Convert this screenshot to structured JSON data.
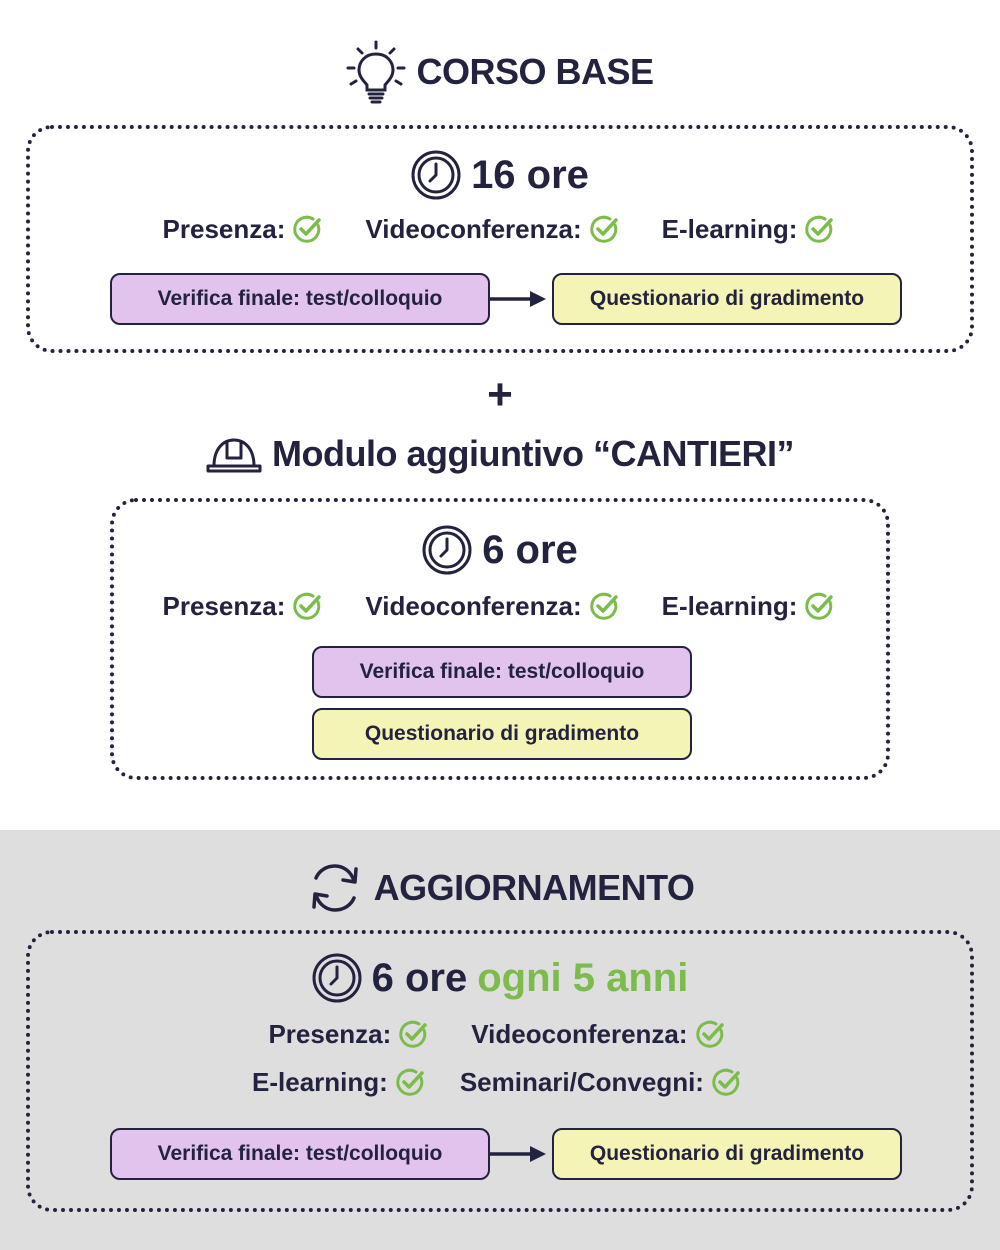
{
  "colors": {
    "ink": "#24233f",
    "accent_green": "#7cbc4b",
    "purple_pill": "#e2c3ee",
    "yellow_pill": "#f3f4b6",
    "band_gray": "#dedede"
  },
  "corso_base": {
    "title": "CORSO BASE",
    "icon": "lightbulb-icon",
    "hours": "16 ore",
    "modes": [
      "Presenza:",
      "Videoconferenza:",
      "E-learning:"
    ],
    "verifica": "Verifica finale: test/colloquio",
    "questionario": "Questionario di gradimento"
  },
  "plus": "+",
  "modulo": {
    "title": "Modulo aggiuntivo “CANTIERI”",
    "icon": "hard-hat-icon",
    "hours": "6 ore",
    "modes": [
      "Presenza:",
      "Videoconferenza:",
      "E-learning:"
    ],
    "verifica": "Verifica finale: test/colloquio",
    "questionario": "Questionario di gradimento"
  },
  "aggiornamento": {
    "title": "AGGIORNAMENTO",
    "icon": "refresh-icon",
    "hours": "6 ore",
    "hours_suffix": "ogni 5 anni",
    "modes_row1": [
      "Presenza:",
      "Videoconferenza:"
    ],
    "modes_row2": [
      "E-learning:",
      "Seminari/Convegni:"
    ],
    "verifica": "Verifica finale: test/colloquio",
    "questionario": "Questionario di gradimento"
  }
}
